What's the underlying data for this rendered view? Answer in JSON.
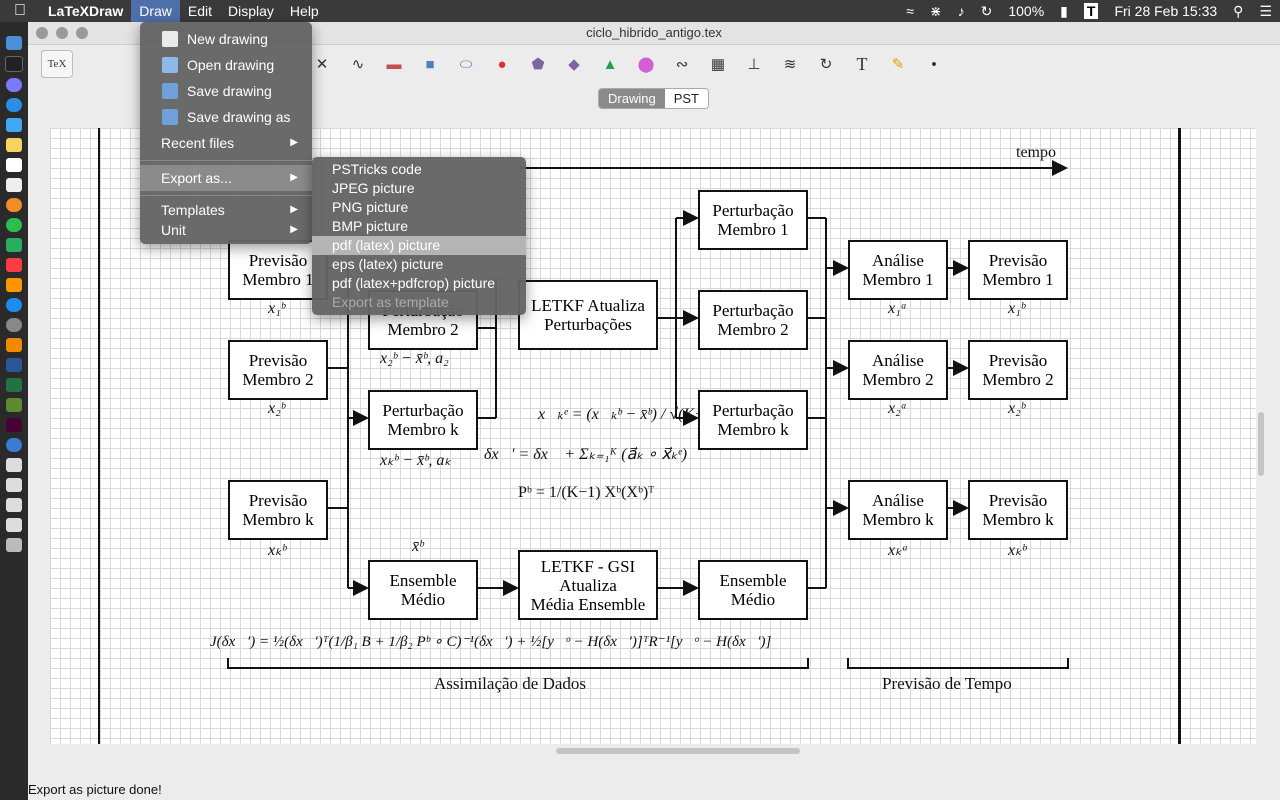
{
  "menubar": {
    "app_name": "LaTeXDraw",
    "items": [
      "Draw",
      "Edit",
      "Display",
      "Help"
    ],
    "status": {
      "battery": "100%",
      "datetime": "Fri 28 Feb  15:33"
    }
  },
  "window": {
    "title": "ciclo_hibrido_antigo.tex"
  },
  "tabs": {
    "drawing": "Drawing",
    "pst": "PST"
  },
  "toolbar": {
    "tex_label": "TeX",
    "text_tool": "T"
  },
  "draw_menu": [
    {
      "label": "New drawing",
      "icon": "new-drawing-icon"
    },
    {
      "label": "Open drawing",
      "icon": "open-drawing-icon"
    },
    {
      "label": "Save drawing",
      "icon": "save-drawing-icon"
    },
    {
      "label": "Save drawing as",
      "icon": "save-as-icon"
    },
    {
      "label": "Recent files"
    },
    {
      "label": "Export as..."
    },
    {
      "label": "Templates"
    },
    {
      "label": "Unit"
    }
  ],
  "export_menu": [
    "PSTricks code",
    "JPEG picture",
    "PNG picture",
    "BMP picture",
    "pdf (latex) picture",
    "eps (latex) picture",
    "pdf (latex+pdfcrop) picture",
    "Export as template"
  ],
  "diagram": {
    "time_label": "tempo",
    "boxes": {
      "prev1": "Previsão\nMembro 1",
      "prev2": "Previsão\nMembro 2",
      "prevk": "Previsão\nMembro k",
      "pert2": "Perturbação\nMembro 2",
      "pertk": "Perturbação\nMembro k",
      "ens_left": "Ensemble\nMédio",
      "letkf_pert": "LETKF Atualiza\nPerturbações",
      "letkf_gsi": "LETKF - GSI\nAtualiza\nMédia Ensemble",
      "p_pert1": "Perturbação\nMembro 1",
      "p_pert2": "Perturbação\nMembro 2",
      "p_pertk": "Perturbação\nMembro k",
      "ens_right": "Ensemble\nMédio",
      "an1": "Análise\nMembro 1",
      "an2": "Análise\nMembro 2",
      "ank": "Análise\nMembro k",
      "fc1": "Previsão\nMembro 1",
      "fc2": "Previsão\nMembro 2",
      "fck": "Previsão\nMembro k"
    },
    "labels": {
      "xb1": "x₁ᵇ",
      "xb2": "x₂ᵇ",
      "xbk": "xₖᵇ",
      "d2": "x₂ᵇ − x̄ᵇ, a₂",
      "dk": "xₖᵇ − x̄ᵇ, aₖ",
      "xbar": "x̄ᵇ",
      "xa1": "x₁ᵃ",
      "xa2": "x₂ᵃ",
      "xak": "xₖᵃ",
      "xf1": "x₁ᵇ",
      "xf2": "x₂ᵇ",
      "xfk": "xₖᵇ",
      "eq1": "x⃗ₖᵉ = (x⃗ₖᵇ − x̄ᵇ) / √(K−1)",
      "eq2": "δx⃗′ = δx⃗ + Σₖ₌₁ᴷ (a⃗ₖ ∘ x⃗ₖᵉ)",
      "eq3": "Pᵇ = 1/(K−1) Xᵇ(Xᵇ)ᵀ",
      "cost": "J(δx⃗′) = ½(δx⃗′)ᵀ(1/β₁ B + 1/β₂ Pᵇ ∘ C)⁻¹(δx⃗′) + ½[y⃗ᵒ − H(δx⃗′)]ᵀR⁻¹[y⃗ᵒ − H(δx⃗′)]",
      "assim": "Assimilação de Dados",
      "forecast": "Previsão de Tempo"
    }
  },
  "statusbar": "Export as picture done!"
}
